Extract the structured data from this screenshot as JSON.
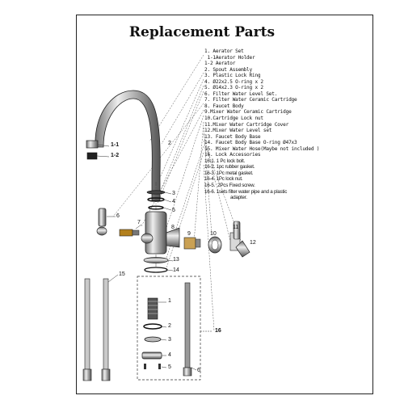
{
  "title": "Replacement Parts",
  "parts": [
    "1. Aerator Set",
    " 1-1Aerator Holder",
    "1-2 Aerator",
    "2. Spout Assembly",
    "3. Plastic Lock Ring",
    "4. Ø22x2.5 O-ring x 2",
    "5. Ø14x2.3 O-ring x 2",
    "6. Filter Water Level Set.",
    "7. Filter Water Ceramic Cartridge",
    "8. Faucet Body",
    "9.Mixer Water Ceramic Cartridge",
    "10.Cartridge Lock nut",
    "11.Mixer Water Cartridge Cover",
    "12.Mixer Water Level set",
    "13. Faucet Body Base",
    "14. Faucet Body Base O-ring Ø47x3",
    "15. Mixer Water Hose(Maybe not included )",
    "16. Lock Accessories"
  ],
  "lock_parts": [
    "16-1. 1 Pc lock bolt.",
    "16-2. 1pc rubber gasket.",
    "16-3. 1Pc metal gasket.",
    "16-4. 1Pc lock nut.",
    "16-5.  2Pcs Fixed screw.",
    "16-6. 1sets filter water pipe and a plastic",
    "adapter."
  ],
  "callouts": {
    "c1_1": "1-1",
    "c1_2": "1-2",
    "c2": "2",
    "c3": "3",
    "c4": "4",
    "c5": "5",
    "c6": "6",
    "c7": "7",
    "c8": "8",
    "c9": "9",
    "c10": "10",
    "c11": "11",
    "c12": "12",
    "c13": "13",
    "c14": "14",
    "c15": "15",
    "c16": "16",
    "d1": "1",
    "d2": "2",
    "d3": "3",
    "d4": "4",
    "d5": "5",
    "d6": "6"
  }
}
